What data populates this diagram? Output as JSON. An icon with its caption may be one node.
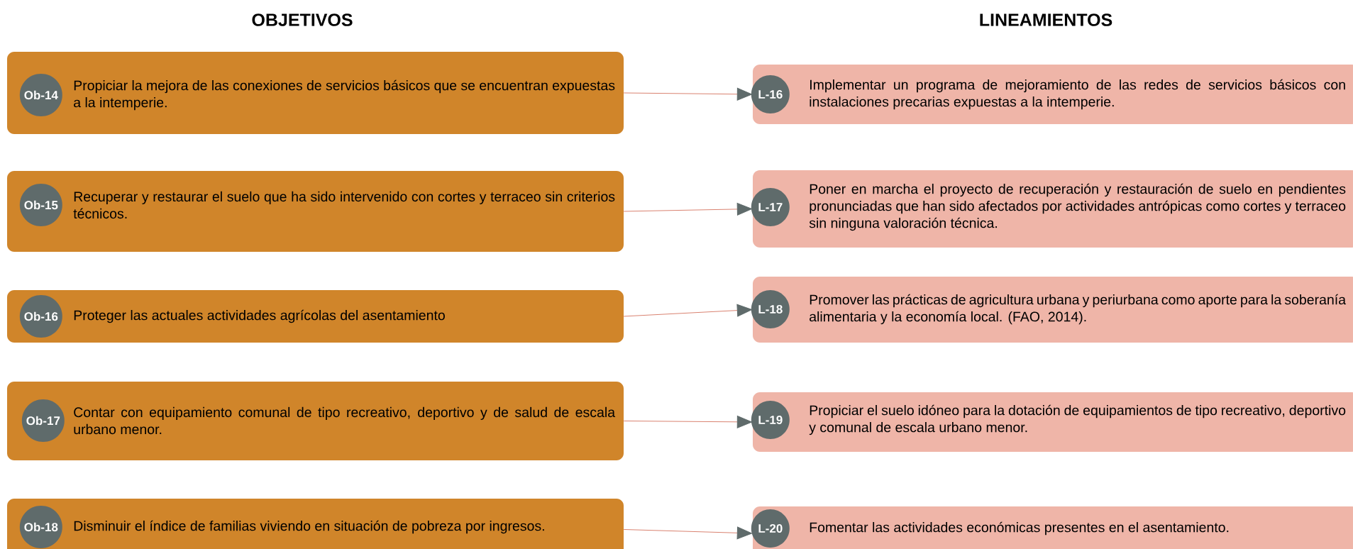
{
  "diagram": {
    "nodes": [
      {
        "text": [
          "Propiciar la mejora de las conexiones de servicios básicos que se encuentran expuestas a la intemperie."
        ]
      },
      {
        "text": [
          "Ob-14"
        ],
        "in": 0
      },
      {
        "text": [
          "Implementar un programa de mejoramiento de las redes de servicios básicos con instalaciones precarias expuestas a la intemperie."
        ]
      },
      {
        "text": [
          "L-16"
        ],
        "in": 2
      },
      {
        "text": [
          "Recuperar y restaurar el suelo que ha sido intervenido con cortes y terraceo sin criterios técnicos."
        ]
      },
      {
        "text": [
          "Ob-15"
        ],
        "in": 4
      },
      {
        "text": [
          "Poner en marcha el proyecto de recuperación y restauración de suelo en pendientes pronunciadas que han sido afectados por actividades antrópicas como cortes y terraceo sin ninguna valoración técnica."
        ]
      },
      {
        "text": [
          "L-17"
        ],
        "in": 6
      },
      {
        "text": [
          "Proteger las actuales actividades agrícolas del asentamiento"
        ]
      },
      {
        "text": [
          "Ob-16"
        ],
        "in": 8
      },
      {
        "text": [
          "Promover las prácticas de agricultura urbana y periurbana como aporte para la soberanía alimentaria y la economía local. (FAO, 2014)."
        ]
      },
      {
        "text": [
          "L-18"
        ],
        "in": 10
      },
      {
        "text": [
          "Contar con equipamiento comunal de tipo recreativo, deportivo y de salud de escala urbano menor."
        ]
      },
      {
        "text": [
          "Ob-17"
        ],
        "in": 12
      },
      {
        "text": [
          "Propiciar el suelo idóneo para la dotación de equipamientos de tipo recreativo, deportivo y comunal de escala urbano menor."
        ]
      },
      {
        "text": [
          "L-19"
        ],
        "in": 14
      },
      {
        "text": [
          "Disminuir el índice de familias viviendo en situación de pobreza por ingresos."
        ]
      },
      {
        "text": [
          "Ob-18"
        ],
        "in": 16
      },
      {
        "text": [
          "Fomentar las actividades económicas presentes en el asentamiento."
        ]
      },
      {
        "text": [
          "L-20"
        ],
        "in": 18
      }
    ],
    "edges": [
      {
        "from": 0,
        "to": 2,
        "arrow": "to"
      },
      {
        "from": 4,
        "to": 6,
        "arrow": "to"
      },
      {
        "from": 8,
        "to": 10,
        "arrow": "to"
      },
      {
        "from": 12,
        "to": 14,
        "arrow": "to"
      },
      {
        "from": 16,
        "to": 18,
        "arrow": "to"
      }
    ],
    "labels": [
      "OBJETIVOS",
      "LINEAMIENTOS"
    ]
  }
}
